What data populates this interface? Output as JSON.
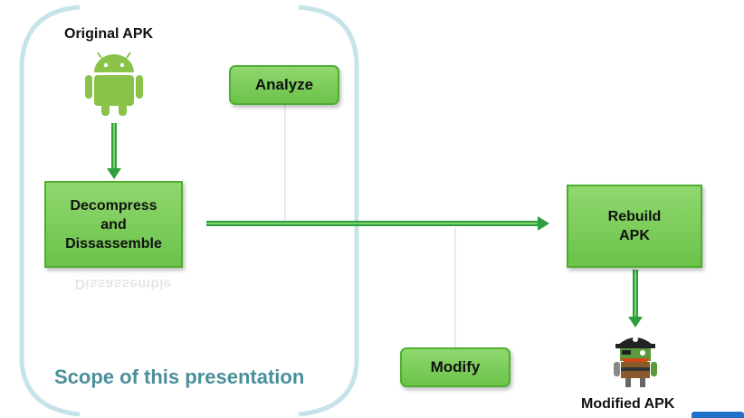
{
  "diagram": {
    "original_apk_label": "Original APK",
    "modified_apk_label": "Modified APK",
    "scope_label": "Scope of this presentation",
    "steps": {
      "decompress": [
        "Decompress",
        "and",
        "Dissassemble"
      ],
      "analyze": "Analyze",
      "modify": "Modify",
      "rebuild": [
        "Rebuild",
        "APK"
      ]
    },
    "reflection_text": "Dissassemble"
  },
  "colors": {
    "box_fill": "#7dcf5c",
    "box_border": "#4fae2f",
    "arrow": "#3ab54a",
    "scope_bracket": "#c7e3ea",
    "scope_text": "#4a8f9a"
  }
}
